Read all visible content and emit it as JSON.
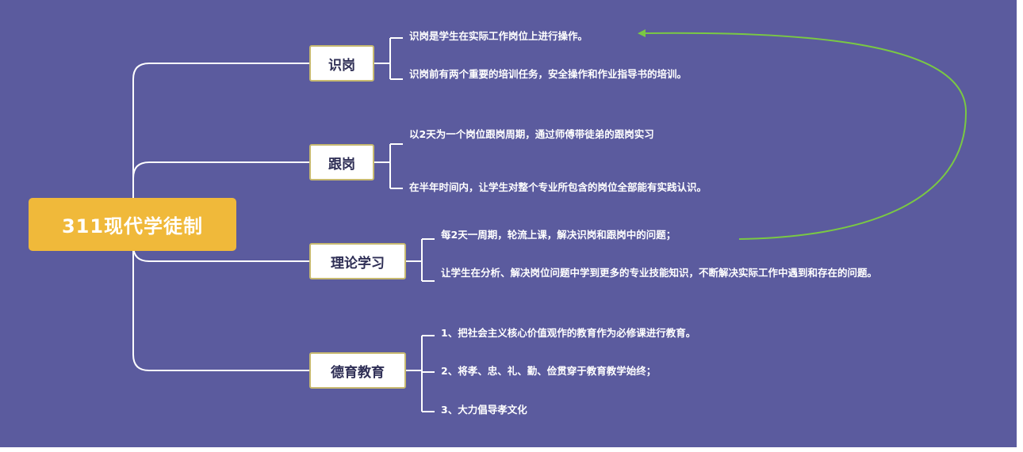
{
  "root": {
    "title": "311现代学徒制"
  },
  "branches": [
    {
      "label": "识岗",
      "items": [
        "识岗是学生在实际工作岗位上进行操作。",
        "识岗前有两个重要的培训任务，安全操作和作业指导书的培训。"
      ]
    },
    {
      "label": "跟岗",
      "items": [
        "以2天为一个岗位跟岗周期，通过师傅带徒弟的跟岗实习",
        "在半年时间内，让学生对整个专业所包含的岗位全部能有实践认识。"
      ]
    },
    {
      "label": "理论学习",
      "items": [
        "每2天一周期，轮流上课，解决识岗和跟岗中的问题；",
        "让学生在分析、解决岗位问题中学到更多的专业技能知识，不断解决实际工作中遇到和存在的问题。"
      ]
    },
    {
      "label": "德育教育",
      "items": [
        "1、把社会主义核心价值观作的教育作为必修课进行教育。",
        "2、将孝、忠、礼、勤、俭贯穿于教育教学始终；",
        "3、大力倡导孝文化"
      ]
    }
  ],
  "colors": {
    "background": "#5b5b9e",
    "root": "#f0b93a",
    "arrow": "#7ac943",
    "branch_border": "#c7b970"
  }
}
